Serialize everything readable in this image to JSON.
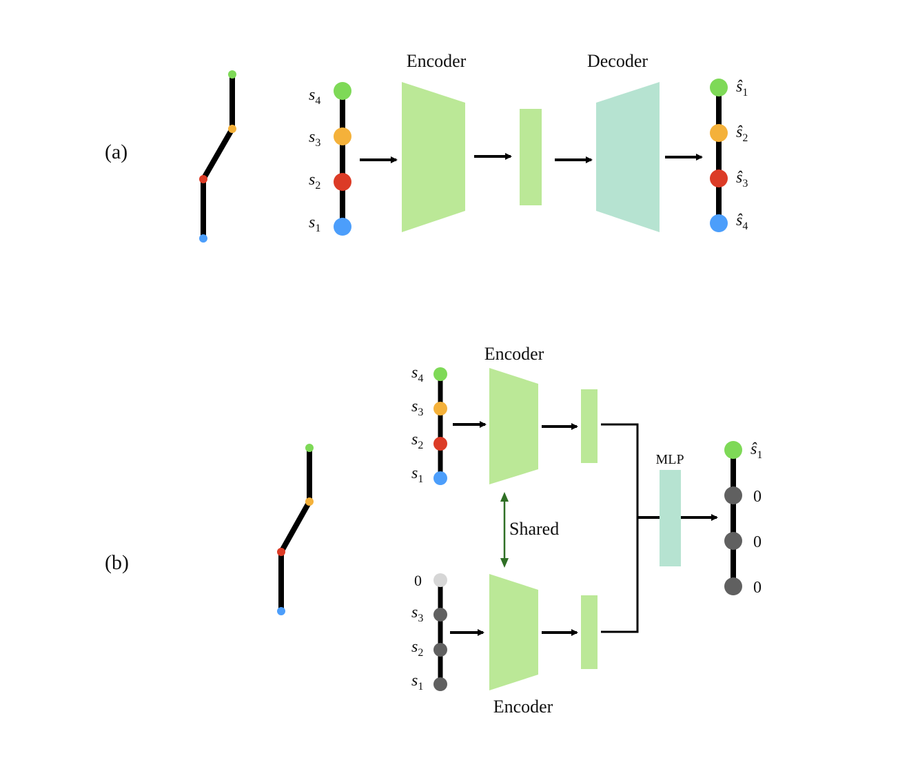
{
  "colors": {
    "green": "#7ed957",
    "orange": "#f4b13a",
    "red": "#dc3b26",
    "blue": "#4c9efb",
    "gray": "#606060",
    "light_gray": "#d6d6d6",
    "encoder": "#bbe897",
    "decoder": "#b6e3d1",
    "shared_arrow": "#2f6f25"
  },
  "panel_a": {
    "label": "(a)",
    "encoder_title": "Encoder",
    "decoder_title": "Decoder",
    "input_labels": [
      {
        "var": "s",
        "sub": "4"
      },
      {
        "var": "s",
        "sub": "3"
      },
      {
        "var": "s",
        "sub": "2"
      },
      {
        "var": "s",
        "sub": "1"
      }
    ],
    "output_labels": [
      {
        "var": "ŝ",
        "sub": "1"
      },
      {
        "var": "ŝ",
        "sub": "2"
      },
      {
        "var": "ŝ",
        "sub": "3"
      },
      {
        "var": "ŝ",
        "sub": "4"
      }
    ]
  },
  "panel_b": {
    "label": "(b)",
    "top_encoder_title": "Encoder",
    "bottom_encoder_title": "Encoder",
    "shared_label": "Shared",
    "mlp_label": "MLP",
    "top_labels": [
      {
        "var": "s",
        "sub": "4"
      },
      {
        "var": "s",
        "sub": "3"
      },
      {
        "var": "s",
        "sub": "2"
      },
      {
        "var": "s",
        "sub": "1"
      }
    ],
    "bottom_labels": [
      {
        "var": "0",
        "sub": ""
      },
      {
        "var": "s",
        "sub": "3"
      },
      {
        "var": "s",
        "sub": "2"
      },
      {
        "var": "s",
        "sub": "1"
      }
    ],
    "output_labels": [
      {
        "var": "ŝ",
        "sub": "1"
      },
      {
        "var": "0",
        "sub": ""
      },
      {
        "var": "0",
        "sub": ""
      },
      {
        "var": "0",
        "sub": ""
      }
    ]
  }
}
